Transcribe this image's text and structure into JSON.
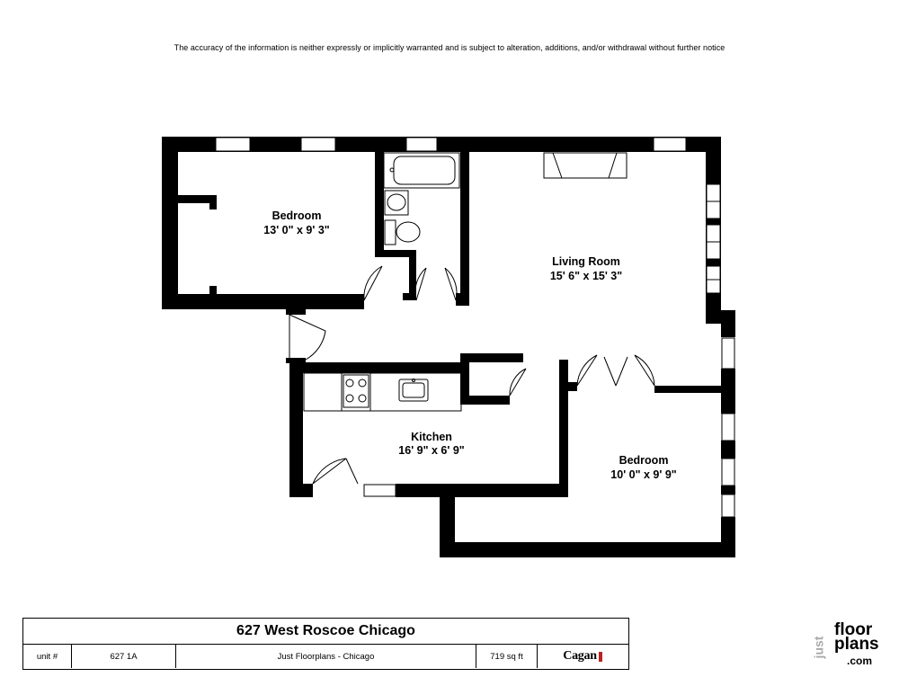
{
  "disclaimer": "The accuracy of the information is neither expressly or implicitly warranted and is subject to alteration, additions, and/or withdrawal without further notice",
  "rooms": {
    "bedroom1": {
      "name": "Bedroom",
      "dims": "13' 0\" x 9' 3\""
    },
    "living": {
      "name": "Living Room",
      "dims": "15' 6\" x 15' 3\""
    },
    "kitchen": {
      "name": "Kitchen",
      "dims": "16' 9\" x 6' 9\""
    },
    "bedroom2": {
      "name": "Bedroom",
      "dims": "10' 0\" x 9' 9\""
    }
  },
  "title_block": {
    "address": "627 West Roscoe Chicago",
    "unit_label": "unit #",
    "unit_value": "627 1A",
    "company": "Just Floorplans - Chicago",
    "area": "719 sq ft",
    "brand": "Cagan"
  },
  "logo": {
    "line1": "just",
    "line2": "floor",
    "line3": "plans",
    "line4": ".com"
  }
}
